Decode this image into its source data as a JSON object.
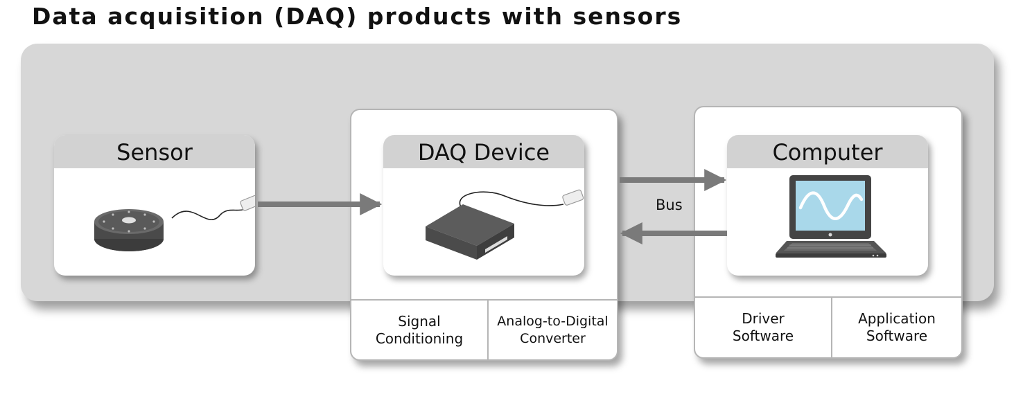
{
  "title": "Data acquisition (DAQ) products with sensors",
  "sensor": {
    "label": "Sensor"
  },
  "daq": {
    "label": "DAQ Device",
    "components": [
      {
        "line1": "Signal",
        "line2": "Conditioning"
      },
      {
        "line1": "Analog-to-Digital",
        "line2": "Converter"
      }
    ]
  },
  "computer": {
    "label": "Computer",
    "components": [
      {
        "line1": "Driver",
        "line2": "Software"
      },
      {
        "line1": "Application",
        "line2": "Software"
      }
    ]
  },
  "bus": {
    "label": "Bus"
  },
  "colors": {
    "panel": "#d7d7d7",
    "header": "#d2d2d2",
    "arrow": "#7a7a7a",
    "screen": "#a9d8ea",
    "device_dark": "#4a4a4a"
  },
  "icons": [
    "sensor-device-icon",
    "daq-device-icon",
    "laptop-icon",
    "sine-wave-icon"
  ]
}
